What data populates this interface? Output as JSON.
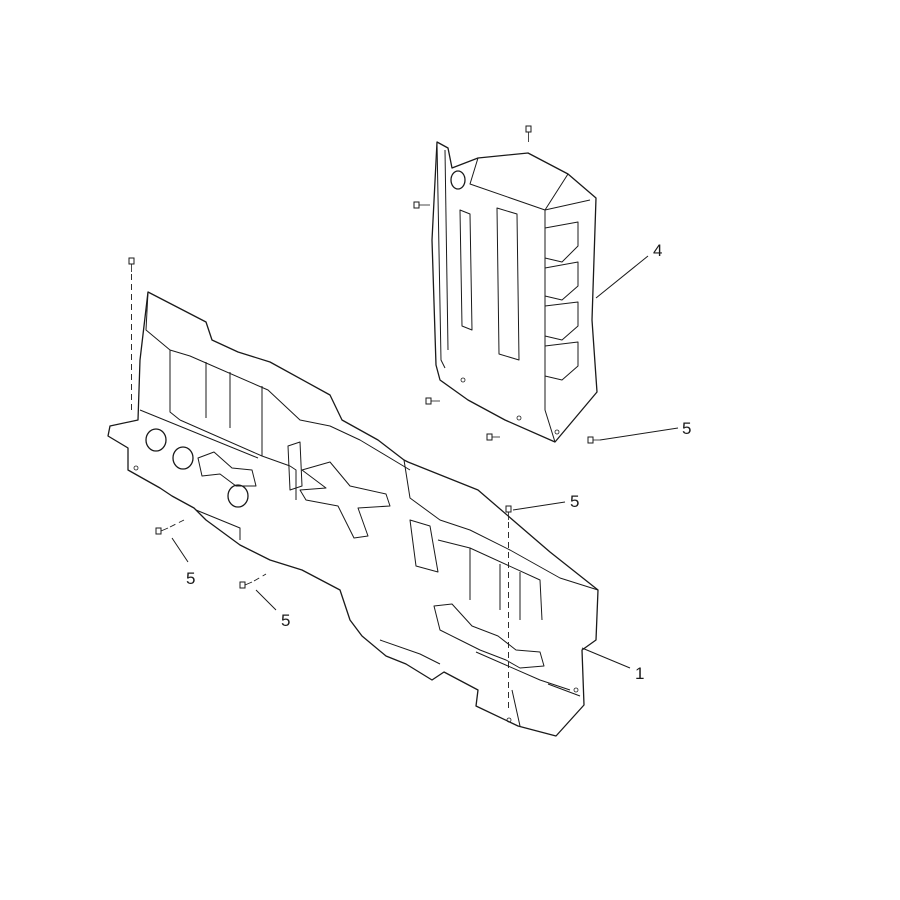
{
  "callouts": {
    "item_1": "1",
    "item_4": "4",
    "item_5_right": "5",
    "item_5_center": "5",
    "item_5_left_upper": "5",
    "item_5_left_lower": "5"
  },
  "colors": {
    "line": "#1a1a1a",
    "background": "#ffffff"
  }
}
